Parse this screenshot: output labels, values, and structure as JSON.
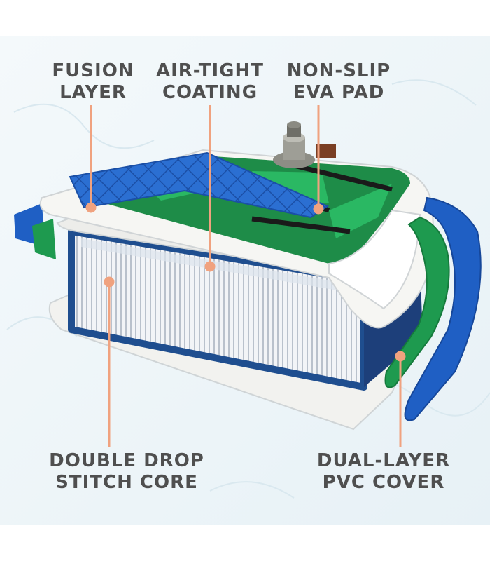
{
  "colors": {
    "background": "#eef5f8",
    "label_text": "#4f4f4f",
    "pointer": "#f0a27f",
    "blue_layer": "#1f5fc4",
    "green_layer": "#1e9a4f",
    "white_shell": "#f4f4f2",
    "core_fiber": "#e6e9ee"
  },
  "labels": {
    "fusion_layer": [
      "FUSION",
      "LAYER"
    ],
    "air_tight_coating": [
      "AIR-TIGHT",
      "COATING"
    ],
    "non_slip_eva_pad": [
      "NON-SLIP",
      "EVA PAD"
    ],
    "double_drop_stitch_core": [
      "DOUBLE DROP",
      "STITCH CORE"
    ],
    "dual_layer_pvc_cover": [
      "DUAL-LAYER",
      "PVC COVER"
    ]
  }
}
